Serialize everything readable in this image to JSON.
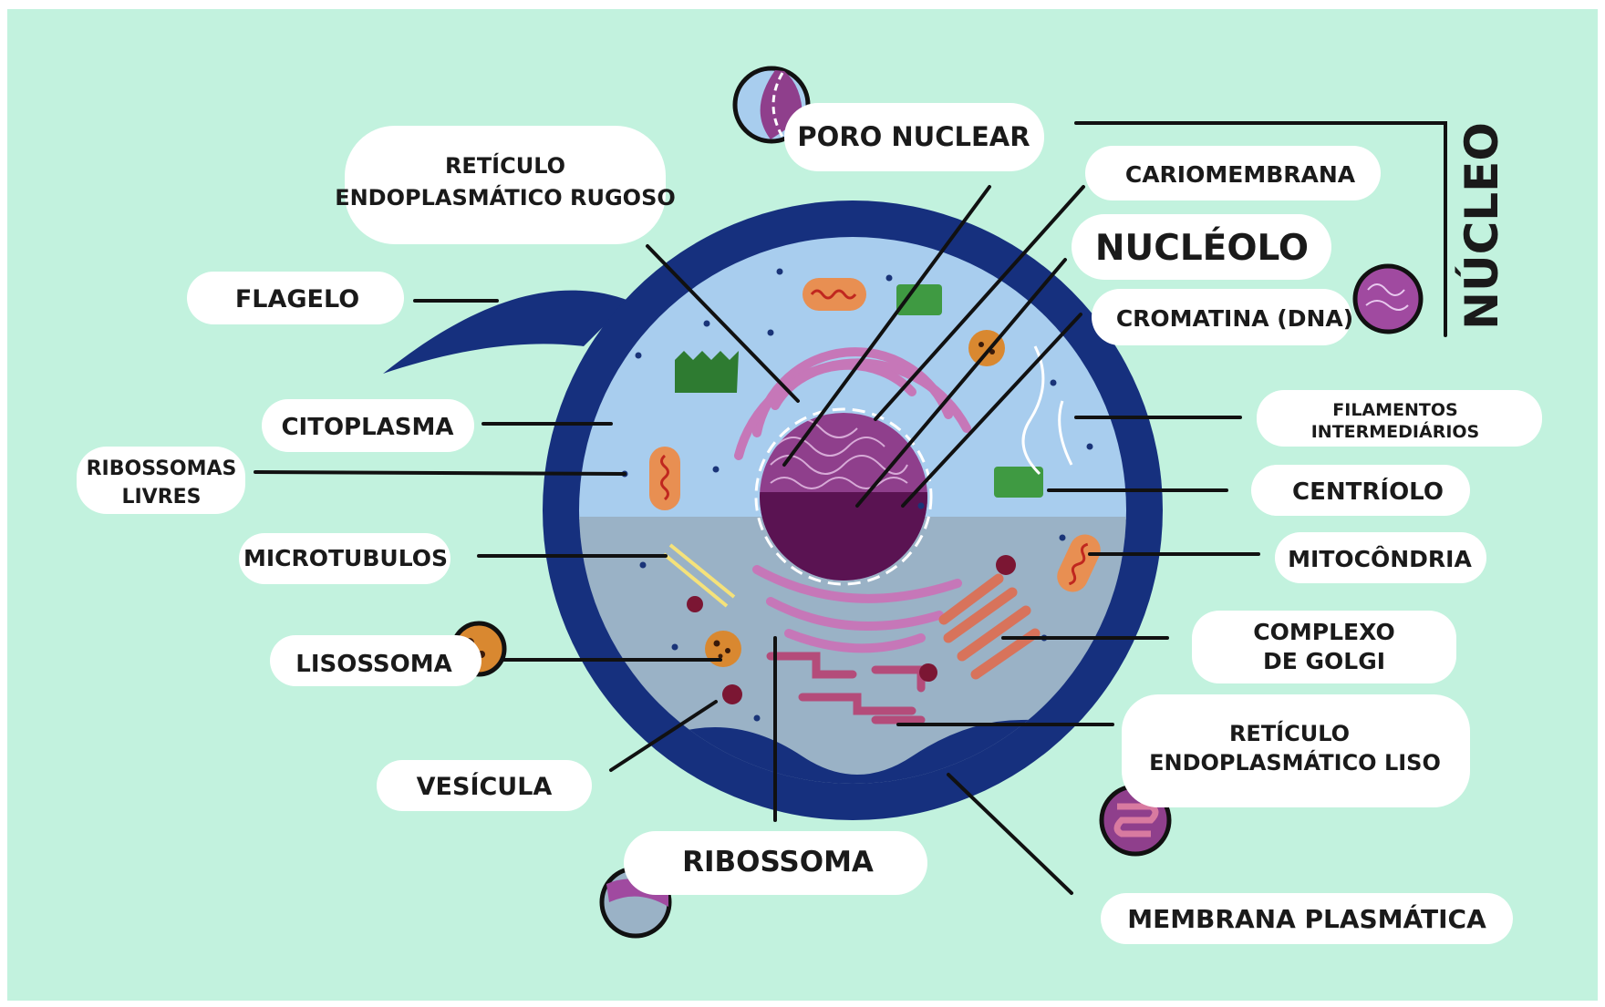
{
  "colors": {
    "background": "#c2f2de",
    "cell_wall": "#16307e",
    "cytoplasm_upper": "#a8cdee",
    "cytoplasm_lower": "#9ab2c6",
    "nucleus": "#8f3f8c",
    "nucleus_lower": "#5a1352",
    "er_pink": "#c677b8",
    "golgi": "#d8735b",
    "mitochondria": "#e88f52",
    "centriole": "#3f9a42",
    "lysosome": "#d98830",
    "vesicle": "#7b1633",
    "ribosome_dot": "#1a3478"
  },
  "labels": {
    "poro_nuclear": "PORO NUCLEAR",
    "rer_line1": "RETÍCULO",
    "rer_line2": "ENDOPLASMÁTICO RUGOSO",
    "flagelo": "FLAGELO",
    "citoplasma": "CITOPLASMA",
    "ribossomas_line1": "RIBOSSOMAS",
    "ribossomas_line2": "LIVRES",
    "microtubulos": "MICROTUBULOS",
    "lisossoma": "LISOSSOMA",
    "vesicula": "VESÍCULA",
    "ribossoma": "RIBOSSOMA",
    "cariomembrana": "CARIOMEMBRANA",
    "nucleolo": "NUCLÉOLO",
    "cromatina": "CROMATINA (DNA)",
    "nucleo": "NÚCLEO",
    "filamentos_line1": "FILAMENTOS",
    "filamentos_line2": "INTERMEDIÁRIOS",
    "centriolo": "CENTRÍOLO",
    "mitocondria": "MITOCÔNDRIA",
    "golgi_line1": "COMPLEXO",
    "golgi_line2": "DE GOLGI",
    "rel_line1": "RETÍCULO",
    "rel_line2": "ENDOPLASMÁTICO LISO",
    "membrana": "MEMBRANA PLASMÁTICA"
  }
}
